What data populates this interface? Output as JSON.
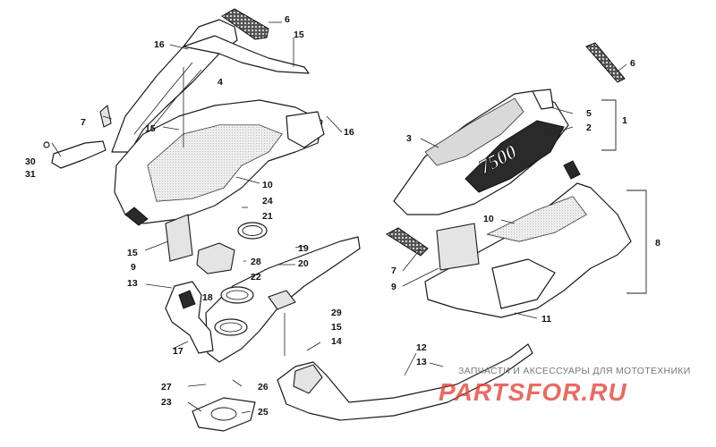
{
  "callouts": [
    {
      "id": "c6a",
      "label": "6"
    },
    {
      "id": "c15a",
      "label": "15"
    },
    {
      "id": "c16a",
      "label": "16"
    },
    {
      "id": "c4",
      "label": "4"
    },
    {
      "id": "c7a",
      "label": "7"
    },
    {
      "id": "c15b",
      "label": "15"
    },
    {
      "id": "c16b",
      "label": "16"
    },
    {
      "id": "c30",
      "label": "30"
    },
    {
      "id": "c31",
      "label": "31"
    },
    {
      "id": "c10a",
      "label": "10"
    },
    {
      "id": "c24",
      "label": "24"
    },
    {
      "id": "c21",
      "label": "21"
    },
    {
      "id": "c15c",
      "label": "15"
    },
    {
      "id": "c9a",
      "label": "9"
    },
    {
      "id": "c19",
      "label": "19"
    },
    {
      "id": "c28",
      "label": "28"
    },
    {
      "id": "c20",
      "label": "20"
    },
    {
      "id": "c22",
      "label": "22"
    },
    {
      "id": "c13a",
      "label": "13"
    },
    {
      "id": "c18",
      "label": "18"
    },
    {
      "id": "c17",
      "label": "17"
    },
    {
      "id": "c29",
      "label": "29"
    },
    {
      "id": "c15d",
      "label": "15"
    },
    {
      "id": "c14",
      "label": "14"
    },
    {
      "id": "c27",
      "label": "27"
    },
    {
      "id": "c26",
      "label": "26"
    },
    {
      "id": "c23",
      "label": "23"
    },
    {
      "id": "c25",
      "label": "25"
    },
    {
      "id": "c6b",
      "label": "6"
    },
    {
      "id": "c1",
      "label": "1"
    },
    {
      "id": "c5",
      "label": "5"
    },
    {
      "id": "c2",
      "label": "2"
    },
    {
      "id": "c3",
      "label": "3"
    },
    {
      "id": "c10b",
      "label": "10"
    },
    {
      "id": "c8",
      "label": "8"
    },
    {
      "id": "c7b",
      "label": "7"
    },
    {
      "id": "c9b",
      "label": "9"
    },
    {
      "id": "c11",
      "label": "11"
    },
    {
      "id": "c12",
      "label": "12"
    },
    {
      "id": "c13b",
      "label": "13"
    }
  ],
  "hood_model": "7500",
  "watermark": {
    "logo": "PARTSFOR.RU",
    "caption": "ЗАПЧАСТИ И АКСЕССУАРЫ ДЛЯ МОТОТЕХНИКИ"
  },
  "colors": {
    "line": "#1a1a1a",
    "watermark_red": "#e23a2e",
    "watermark_grey": "#777777"
  }
}
